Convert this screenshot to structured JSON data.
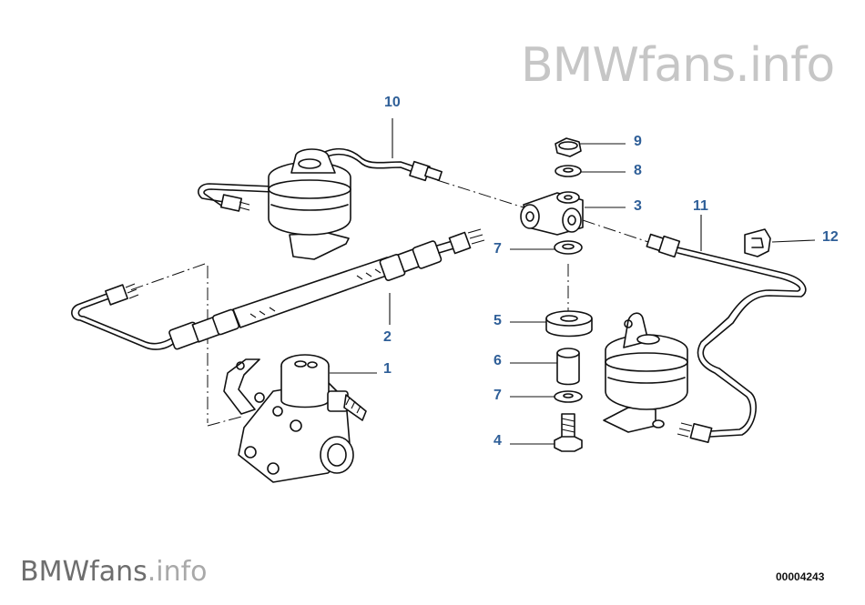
{
  "watermark": {
    "top_main": "BMWfans",
    "top_suffix": ".info",
    "bottom_main": "BMWfans",
    "bottom_suffix": ".info"
  },
  "diagram_id": "00004243",
  "colors": {
    "callout": "#2f5f98",
    "line": "#111111",
    "watermark_light": "#c6c6c6",
    "watermark_dark": "#6e6e6e"
  },
  "parts": [
    {
      "number": "1"
    },
    {
      "number": "2"
    },
    {
      "number": "3"
    },
    {
      "number": "4"
    },
    {
      "number": "5"
    },
    {
      "number": "6"
    },
    {
      "number": "7"
    },
    {
      "number": "7"
    },
    {
      "number": "8"
    },
    {
      "number": "9"
    },
    {
      "number": "10"
    },
    {
      "number": "11"
    },
    {
      "number": "12"
    }
  ]
}
